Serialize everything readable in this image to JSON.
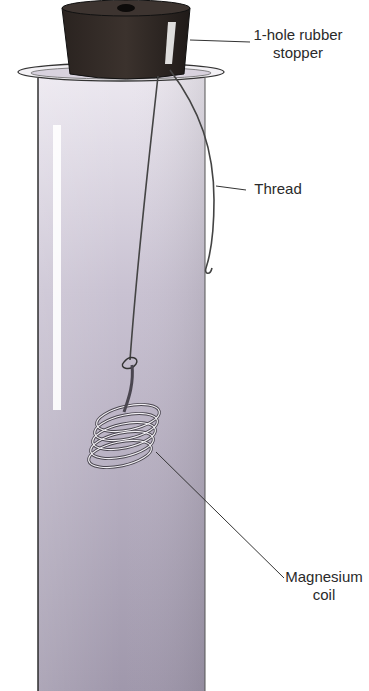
{
  "diagram": {
    "labels": [
      "1-hole rubber stopper",
      "Thread",
      "Magnesium coil"
    ]
  }
}
